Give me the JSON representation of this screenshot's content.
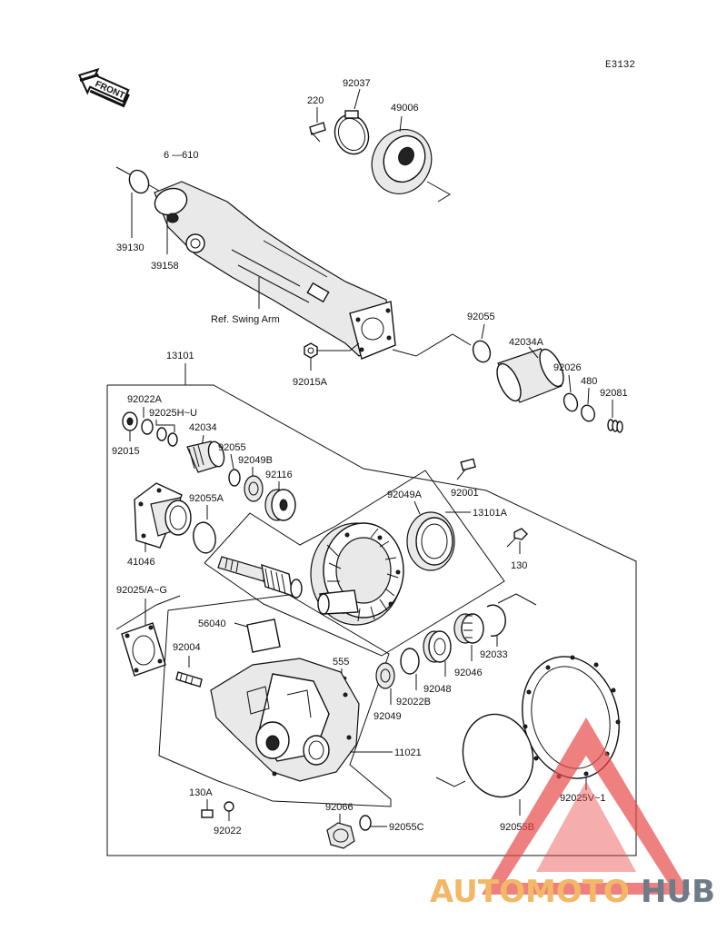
{
  "diagram_code": "E3132",
  "direction_label": "FRONT",
  "ref_label": "Ref. Swing Arm",
  "parts": {
    "p220": "220",
    "p92037": "92037",
    "p49006": "49006",
    "p610": "6 —610",
    "p39130": "39130",
    "p39158": "39158",
    "p92055_top": "92055",
    "p42034A": "42034A",
    "p92026": "92026",
    "p480": "480",
    "p92081": "92081",
    "p92015A": "92015A",
    "p13101": "13101",
    "p92022A": "92022A",
    "p92025HU": "92025H~U",
    "p42034": "42034",
    "p92015": "92015",
    "p92055": "92055",
    "p92049B": "92049B",
    "p92116": "92116",
    "p92001": "92001",
    "p41046": "41046",
    "p92055A": "92055A",
    "p92049A": "92049A",
    "p13101A": "13101A",
    "p130": "130",
    "p92025AG": "92025/A~G",
    "p56040": "56040",
    "p92004": "92004",
    "p555": "555",
    "p92033": "92033",
    "p92046": "92046",
    "p92048": "92048",
    "p92022B": "92022B",
    "p92049": "92049",
    "p11021": "11021",
    "p92025V1": "92025V~1",
    "p130A": "130A",
    "p92022": "92022",
    "p92066": "92066",
    "p92055C": "92055C",
    "p92055B": "92055B"
  },
  "watermark": {
    "part1": "AUTOMOTO",
    "part2": "HUB",
    "colors": {
      "orange": "#f2b866",
      "grey": "#6e7b89",
      "triangle": "#e84a4a"
    }
  }
}
